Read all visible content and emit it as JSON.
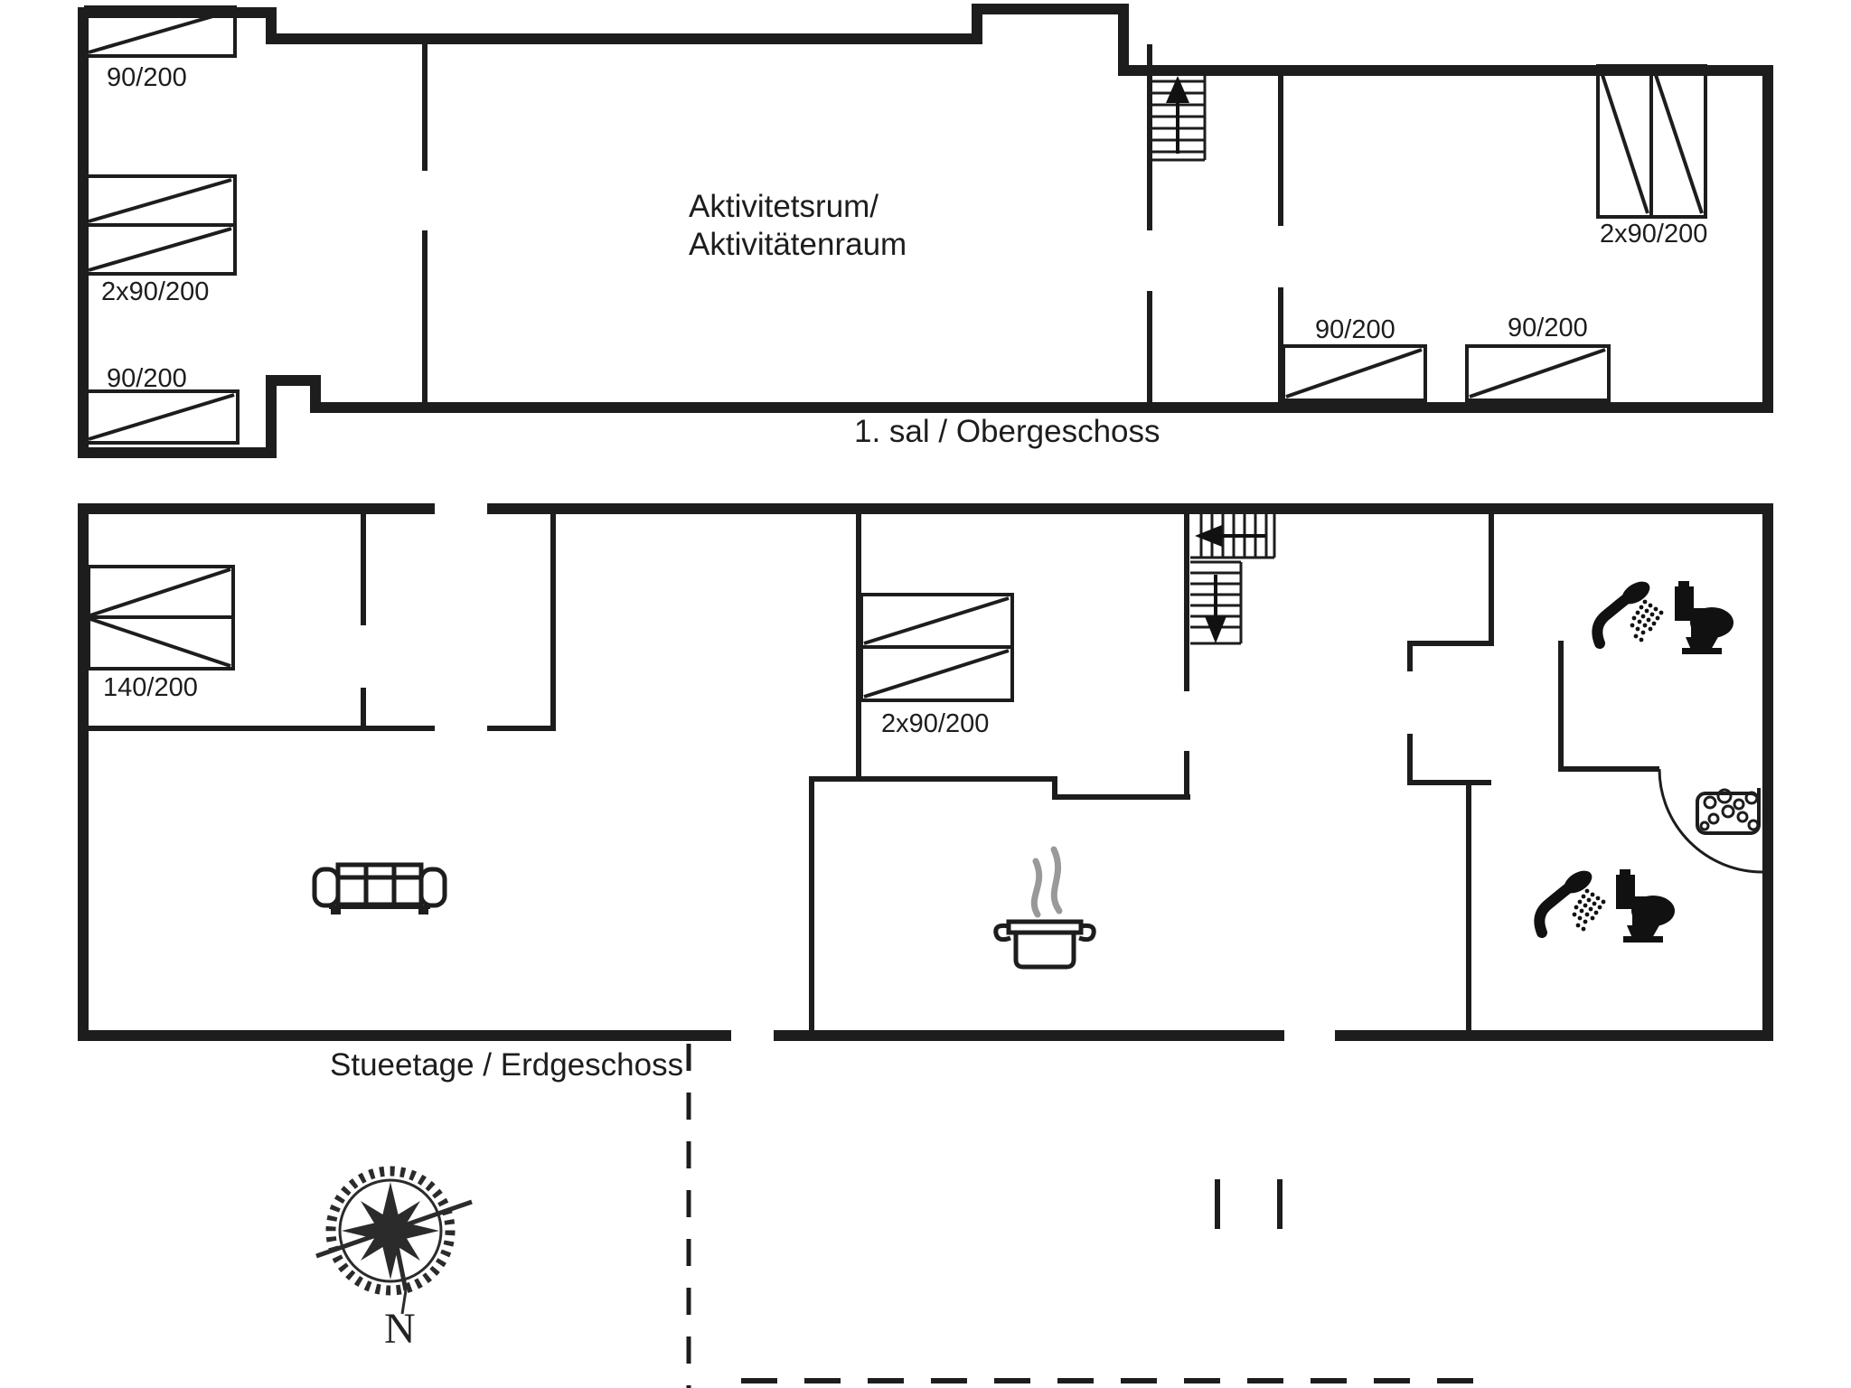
{
  "title": "Holiday house floor plan",
  "colors": {
    "wall": "#1d1d1d",
    "steam": "#999999",
    "compass": "#2b2b2b"
  },
  "upper_floor": {
    "floor_label": "1. sal / Obergeschoss",
    "room_label_line1": "Aktivitetsrum/",
    "room_label_line2": "Aktivitätenraum",
    "stairs_direction": "up",
    "beds": [
      {
        "label": "90/200"
      },
      {
        "label": "2x90/200"
      },
      {
        "label": "90/200"
      },
      {
        "label": "2x90/200"
      },
      {
        "label": "90/200"
      },
      {
        "label": "90/200"
      }
    ]
  },
  "ground_floor": {
    "floor_label": "Stueetage / Erdgeschoss",
    "stairs_direction": "down",
    "beds": [
      {
        "label": "140/200"
      },
      {
        "label": "2x90/200"
      }
    ]
  },
  "compass": {
    "north_label": "N"
  }
}
